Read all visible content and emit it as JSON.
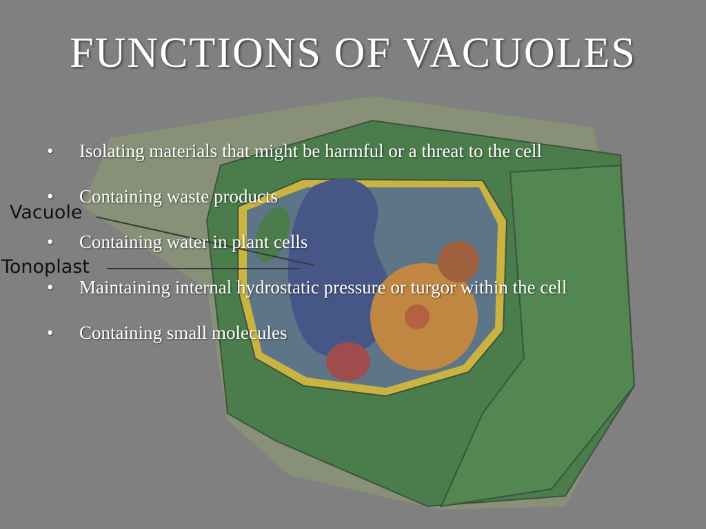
{
  "slide": {
    "title": "FUNCTIONS OF VACUOLES",
    "bullets": [
      "Isolating materials that might be harmful or a threat to the cell",
      "Containing waste products",
      "Containing water in plant cells",
      "Maintaining internal hydrostatic pressure or turgor within the cell",
      "Containing small molecules"
    ],
    "bullet_glyph": "•",
    "diagram_labels": {
      "vacuole": "Vacuole",
      "tonoplast": "Tonoplast"
    }
  },
  "colors": {
    "background": "#808080",
    "cell_wall": "#2f8a2f",
    "vacuole": "#2a3f80",
    "nucleus": "#e08a20"
  }
}
